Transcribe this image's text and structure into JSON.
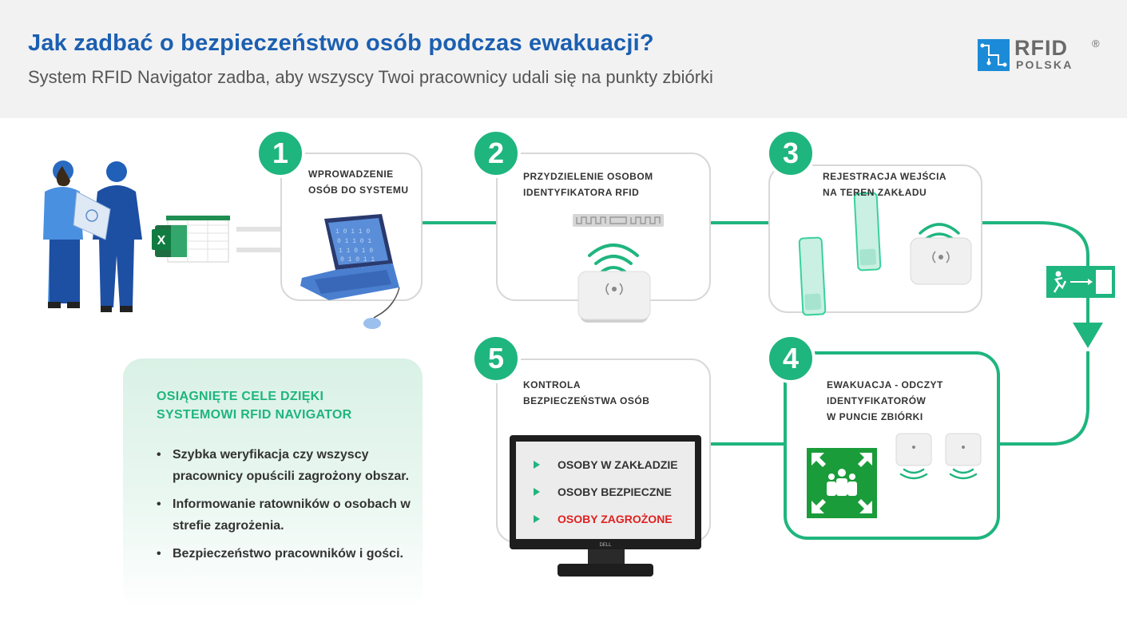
{
  "header": {
    "title": "Jak zadbać o bezpieczeństwo osób podczas ewakuacji?",
    "subtitle": "System RFID Navigator zadba, aby wszyscy Twoi pracownicy udali się na punkty zbiórki"
  },
  "logo": {
    "brand": "RFID",
    "mark": "®",
    "sub": "POLSKA"
  },
  "steps": [
    {
      "number": "1",
      "label": "WPROWADZENIE\nOSÓB DO SYSTEMU"
    },
    {
      "number": "2",
      "label": "PRZYDZIELENIE OSOBOM\nIDENTYFIKATORA RFID"
    },
    {
      "number": "3",
      "label": "REJESTRACJA WEJŚCIA\nNA TEREN ZAKŁADU"
    },
    {
      "number": "4",
      "label": "EWAKUACJA - ODCZYT\nIDENTYFIKATORÓW\nW PUNCIE ZBIÓRKI"
    },
    {
      "number": "5",
      "label": "KONTROLA\nBEZPIECZEŃSTWA OSÓB"
    }
  ],
  "monitor": {
    "items": [
      {
        "text": "OSOBY W ZAKŁADZIE",
        "color": "#333333"
      },
      {
        "text": "OSOBY BEZPIECZNE",
        "color": "#333333"
      },
      {
        "text": "OSOBY ZAGROŻONE",
        "color": "#e02020"
      }
    ],
    "brand": "DELL"
  },
  "goals": {
    "title": "OSIĄGNIĘTE CELE DZIĘKI\nSYSTEMOWI RFID NAVIGATOR",
    "items": [
      "Szybka weryfikacja czy wszyscy pracownicy opuścili zagrożony obszar.",
      "Informowanie ratowników o osobach w strefie zagrożenia.",
      "Bezpieczeństwo pracowników i gości."
    ]
  },
  "icons": [
    "people-icon",
    "excel-icon",
    "laptop-icon",
    "rfid-tag-icon",
    "rfid-reader-icon",
    "phone-tag-icon",
    "emergency-exit-icon",
    "assembly-point-icon",
    "monitor-icon"
  ],
  "colors": {
    "accent": "#1fb57e",
    "title": "#1b5fb1",
    "danger": "#e02020",
    "header_bg": "#f2f2f2"
  }
}
